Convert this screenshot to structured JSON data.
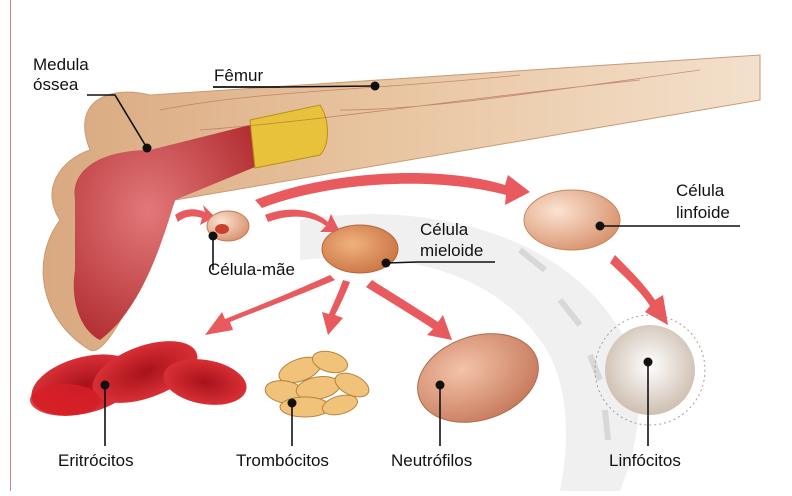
{
  "labels": {
    "medula_line1": "Medula",
    "medula_line2": "óssea",
    "femur": "Fêmur",
    "celula_mae": "Célula-mãe",
    "mieloide_line1": "Célula",
    "mieloide_line2": "mieloide",
    "linfoide_line1": "Célula",
    "linfoide_line2": "linfoide",
    "eritrocitos": "Eritrócitos",
    "trombocitos": "Trombócitos",
    "neutrofilos": "Neutrófilos",
    "linfocitos": "Linfócitos"
  },
  "colors": {
    "bone": "#e8c7a3",
    "marrow": "#c0393b",
    "arrow": "#e85a5e",
    "erythrocyte": "#d61f27",
    "platelet": "#f0c27a",
    "neutrophil": "#d08a68",
    "lymphocyte": "#efe7df",
    "leader": "#111111"
  }
}
